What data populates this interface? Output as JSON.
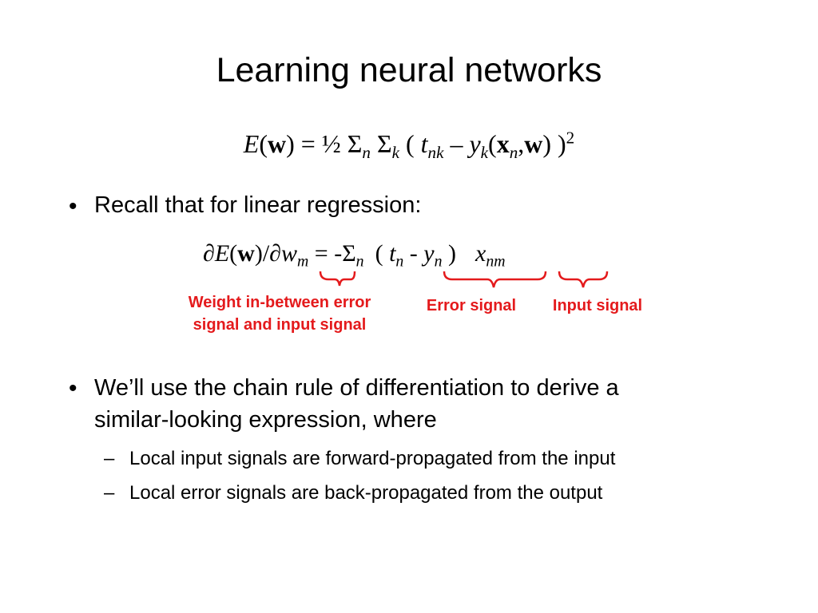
{
  "slide": {
    "title": "Learning neural networks",
    "equation1": {
      "E": "E",
      "open_w": "(",
      "w": "w",
      "close_w": ") = ½ Σ",
      "n": "n",
      "sigma_k": " Σ",
      "k": "k",
      "paren": " ( ",
      "t": "t",
      "nk": "nk",
      "minus_y": " – y",
      "k2": "k",
      "open_x": "(",
      "x": "x",
      "n2": "n",
      "comma": ",",
      "w2": "w",
      "close": ") )",
      "power": "2"
    },
    "bullet1": {
      "marker": "•",
      "text": "Recall that for linear regression:"
    },
    "equation2": {
      "partial_E": "∂E",
      "open_w": "(",
      "w": "w",
      "slash": ")/∂",
      "w_m": "w",
      "m": "m",
      "eq": " = -Σ",
      "n": "n",
      "open_t": "( ",
      "t": "t",
      "n2": "n",
      "minus_y": " - ",
      "y": "y",
      "n3": "n",
      "close": " )",
      "x": "x",
      "nm": "nm"
    },
    "annotations": {
      "weight_line1": "Weight in-between error",
      "weight_line2": "signal and input signal",
      "error": "Error signal",
      "input": "Input signal",
      "color": "#e41a1c"
    },
    "bullet2": {
      "marker": "•",
      "line1": "We’ll use the chain rule of differentiation to derive a",
      "line2": "similar-looking expression, where"
    },
    "sub_bullets": [
      {
        "marker": "–",
        "text": "Local input signals are forward-propagated from the input"
      },
      {
        "marker": "–",
        "text": "Local error signals are back-propagated from the output"
      }
    ]
  }
}
